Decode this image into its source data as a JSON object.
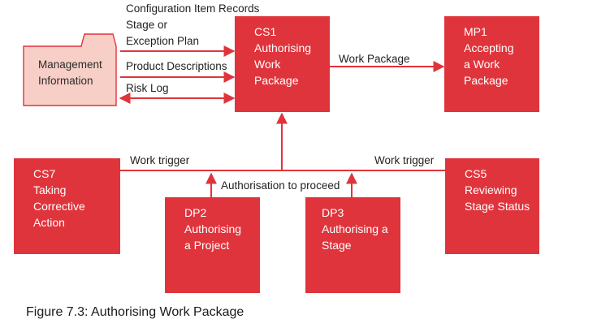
{
  "colors": {
    "process_fill": "#e0343c",
    "process_text": "#ffffff",
    "info_fill": "#f7cfc6",
    "info_stroke": "#e0343c",
    "arrow": "#e0343c"
  },
  "info_store": {
    "icon": "folder-icon",
    "line1": "Management",
    "line2": "Information"
  },
  "processes": {
    "cs1": {
      "line1": "CS1",
      "line2": "Authorising",
      "line3": "Work",
      "line4": "Package"
    },
    "mp1": {
      "line1": "MP1",
      "line2": "Accepting",
      "line3": "a Work",
      "line4": "Package"
    },
    "cs7": {
      "line1": "CS7",
      "line2": "Taking",
      "line3": "Corrective",
      "line4": "Action"
    },
    "dp2": {
      "line1": "DP2",
      "line2": "Authorising",
      "line3": "a Project"
    },
    "dp3": {
      "line1": "DP3",
      "line2": "Authorising a",
      "line3": "Stage"
    },
    "cs5": {
      "line1": "CS5",
      "line2": "Reviewing",
      "line3": "Stage Status"
    }
  },
  "flows": {
    "config_items": "Configuration Item Records",
    "stage_plan_1": "Stage or",
    "stage_plan_2": "Exception Plan",
    "product_descriptions": "Product Descriptions",
    "risk_log": "Risk Log",
    "work_package": "Work Package",
    "work_trigger_left": "Work trigger",
    "work_trigger_right": "Work trigger",
    "authorisation": "Authorisation to proceed"
  },
  "caption": "Figure 7.3: Authorising Work Package"
}
